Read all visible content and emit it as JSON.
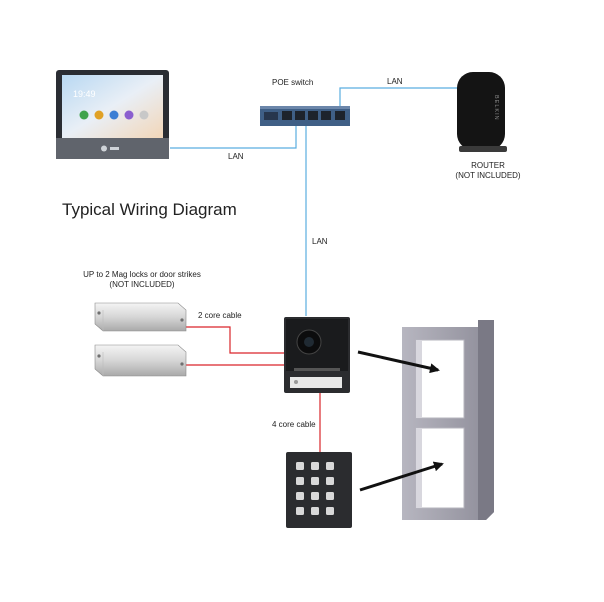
{
  "diagram": {
    "title": "Typical Wiring Diagram",
    "labels": {
      "poe_switch": "POE switch",
      "lan_router": "LAN",
      "lan_monitor": "LAN",
      "lan_vertical": "LAN",
      "router": "ROUTER",
      "router_note": "(NOT INCLUDED)",
      "locks_line1": "UP to 2 Mag locks or door strikes",
      "locks_line2": "(NOT INCLUDED)",
      "two_core": "2 core cable",
      "four_core": "4 core cable"
    },
    "monitor_time": "19:49",
    "router_brand": "BELKIN",
    "colors": {
      "lan": "#5aaee0",
      "cable": "#d9252a",
      "arrow": "#111111",
      "switch_body": "#3f5f86",
      "frame": "#9b9ba6"
    }
  }
}
